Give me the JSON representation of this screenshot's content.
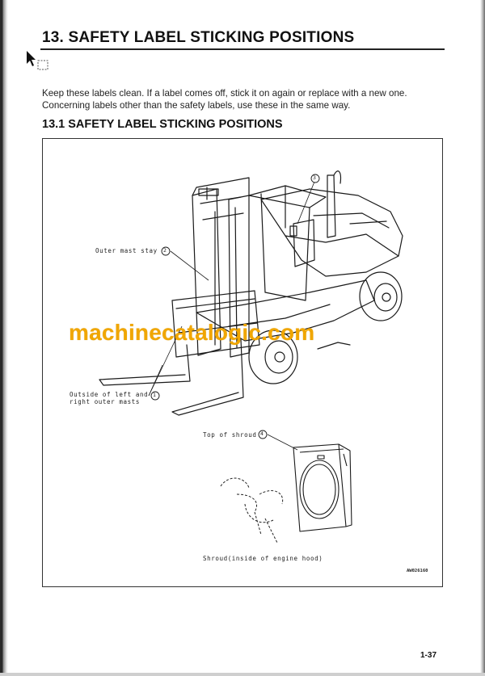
{
  "header": {
    "section_title": "13. SAFETY LABEL STICKING POSITIONS"
  },
  "intro": {
    "text": "Keep these labels clean. If a label comes off, stick it on again or replace with a new one. Concerning labels other than the safety labels, use these in the same way."
  },
  "subsection": {
    "title": "13.1 SAFETY LABEL STICKING POSITIONS"
  },
  "figure": {
    "callouts": {
      "outer_mast_stay": "Outer mast stay",
      "outer_mast_stay_num": "2",
      "outside_masts_line1": "Outside of left and",
      "outside_masts_line2": "right outer masts",
      "outside_masts_num": "1",
      "label_3_num": "3",
      "top_of_shroud": "Top of shroud",
      "top_of_shroud_num": "4",
      "shroud_inside": "Shroud(inside of engine hood)"
    },
    "figure_code": "AW026160"
  },
  "watermark": {
    "text": "machinecatalogic.com",
    "color": "#f0a600"
  },
  "footer": {
    "page_number": "1-37"
  },
  "icons": [
    "mouse-cursor-icon"
  ]
}
